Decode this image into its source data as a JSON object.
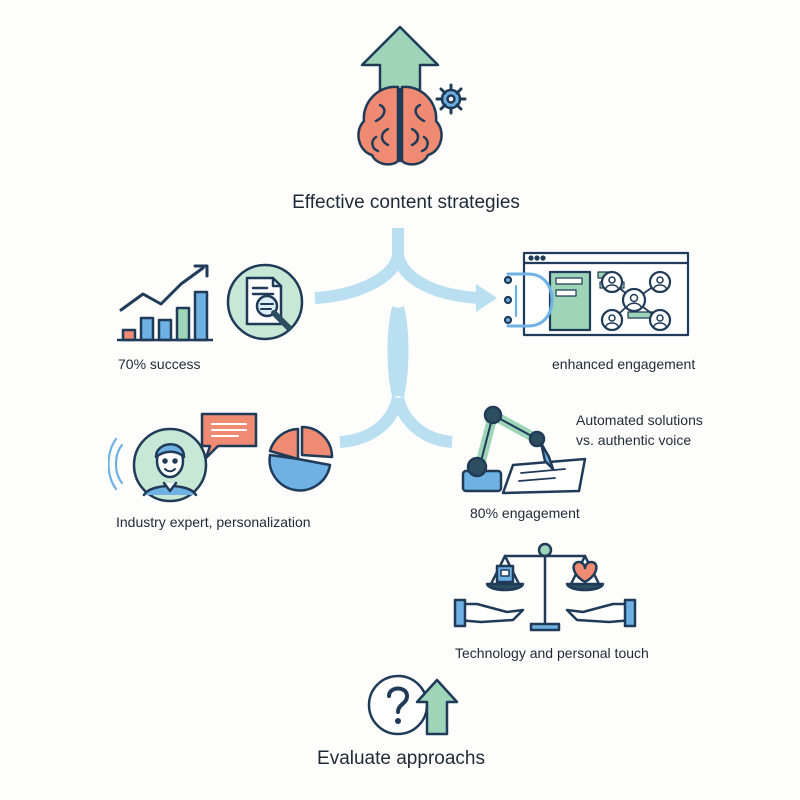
{
  "diagram": {
    "title": "Effective content strategies",
    "labels": {
      "success": "70% success",
      "engagement_enhanced": "enhanced engagement",
      "automated_line1": "Automated solutions",
      "automated_line2": "vs. authentic voice",
      "expert": "Industry expert, personalization",
      "engagement_80": "80% engagement",
      "tech_personal": "Technology and personal touch",
      "evaluate": "Evaluate approachs"
    },
    "colors": {
      "outline": "#1f3b57",
      "flow": "#b9dff0",
      "green": "#9ed4b7",
      "blue": "#6fb1e3",
      "salmon": "#ef8b72",
      "light_blue": "#a9d3ee",
      "dark_teal": "#2c4e60"
    },
    "icons": [
      "brain-icon",
      "up-arrow-icon",
      "gear-icon",
      "bar-chart-icon",
      "document-search-icon",
      "network-screen-icon",
      "expert-avatar-icon",
      "chat-bubble-icon",
      "pie-chart-icon",
      "robot-arm-icon",
      "balance-scale-icon",
      "question-icon"
    ]
  }
}
